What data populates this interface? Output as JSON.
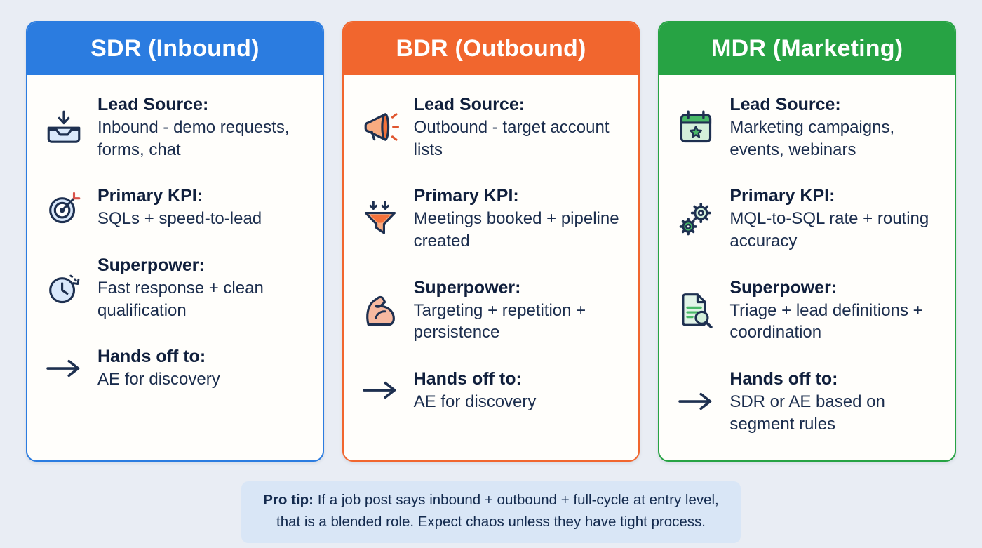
{
  "page": {
    "background": "#e9edf4",
    "text_color": "#17294a",
    "tip_background": "#d9e6f6"
  },
  "cards": [
    {
      "title": "SDR (Inbound)",
      "accent": "#2b7ce0",
      "rows": [
        {
          "icon": "inbox-tray-icon",
          "label": "Lead Source:",
          "text": "Inbound - demo requests, forms, chat"
        },
        {
          "icon": "target-icon",
          "label": "Primary KPI:",
          "text": "SQLs + speed-to-lead"
        },
        {
          "icon": "clock-icon",
          "label": "Superpower:",
          "text": "Fast response + clean qualification"
        },
        {
          "icon": "arrow-right-icon",
          "label": "Hands off to:",
          "text": "AE for discovery"
        }
      ]
    },
    {
      "title": "BDR (Outbound)",
      "accent": "#f1662e",
      "rows": [
        {
          "icon": "megaphone-icon",
          "label": "Lead Source:",
          "text": "Outbound - target account lists"
        },
        {
          "icon": "funnel-icon",
          "label": "Primary KPI:",
          "text": "Meetings booked + pipeline created"
        },
        {
          "icon": "bicep-icon",
          "label": "Superpower:",
          "text": "Targeting + repetition + persistence"
        },
        {
          "icon": "arrow-right-icon",
          "label": "Hands off to:",
          "text": "AE for discovery"
        }
      ]
    },
    {
      "title": "MDR (Marketing)",
      "accent": "#27a344",
      "rows": [
        {
          "icon": "calendar-star-icon",
          "label": "Lead Source:",
          "text": "Marketing campaigns, events, webinars"
        },
        {
          "icon": "gears-icon",
          "label": "Primary KPI:",
          "text": "MQL-to-SQL rate + routing accuracy"
        },
        {
          "icon": "document-search-icon",
          "label": "Superpower:",
          "text": "Triage + lead definitions + coordination"
        },
        {
          "icon": "arrow-right-icon",
          "label": "Hands off to:",
          "text": "SDR or AE based on segment rules"
        }
      ]
    }
  ],
  "pro_tip": {
    "label": "Pro tip:",
    "text": "If a job post says inbound + outbound + full-cycle at entry level, that is a blended role. Expect chaos unless they have tight process."
  }
}
